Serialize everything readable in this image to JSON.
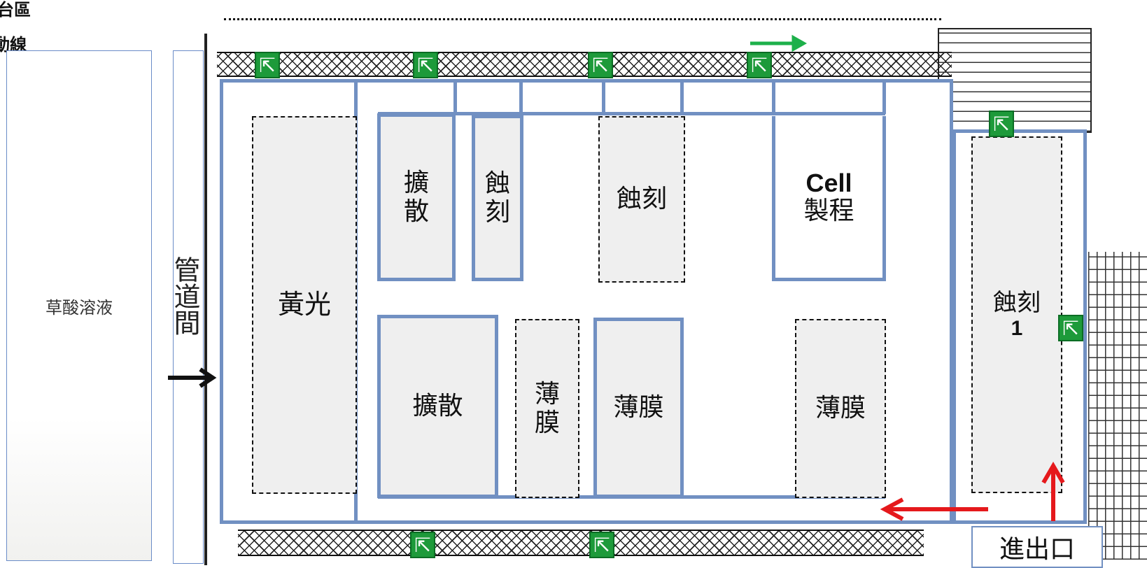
{
  "legend": {
    "partial_title": "台區",
    "partial_line": "動線"
  },
  "oxalic": {
    "label": "草酸溶液"
  },
  "corridor": {
    "label": "管道間"
  },
  "zones": {
    "photolith": "黃光",
    "diffusion_top": "擴\n散",
    "etch_small": "蝕\n刻",
    "etch_mid": "蝕刻",
    "cell_line1": "Cell",
    "cell_line2": "製程",
    "diffusion_bottom": "擴散",
    "film_narrow": "薄\n膜",
    "film_mid": "薄膜",
    "film_right": "薄膜",
    "etch1_line1": "蝕刻",
    "etch1_line2": "1"
  },
  "entrance": {
    "label": "進出口"
  },
  "icons": {
    "exit": "emergency-exit-icon",
    "arrow_flow": "arrow-icon"
  },
  "colors": {
    "zone_border": "#7190c2",
    "exit_green": "#1d9a3a",
    "arrow_red": "#e5191c",
    "arrow_green": "#1db04a"
  }
}
